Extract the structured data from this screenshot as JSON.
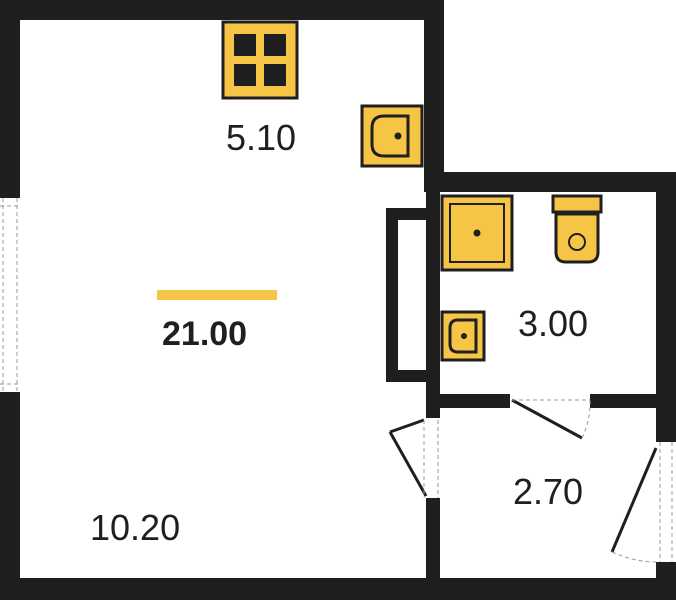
{
  "plan": {
    "total_area": "21.00",
    "rooms": [
      {
        "id": "kitchen",
        "area": "5.10"
      },
      {
        "id": "living",
        "area": "10.20"
      },
      {
        "id": "bathroom",
        "area": "3.00"
      },
      {
        "id": "hallway",
        "area": "2.70"
      }
    ],
    "colors": {
      "wall": "#1f1f1f",
      "fixture": "#f7c545",
      "accent_bar": "#f7c545"
    }
  }
}
